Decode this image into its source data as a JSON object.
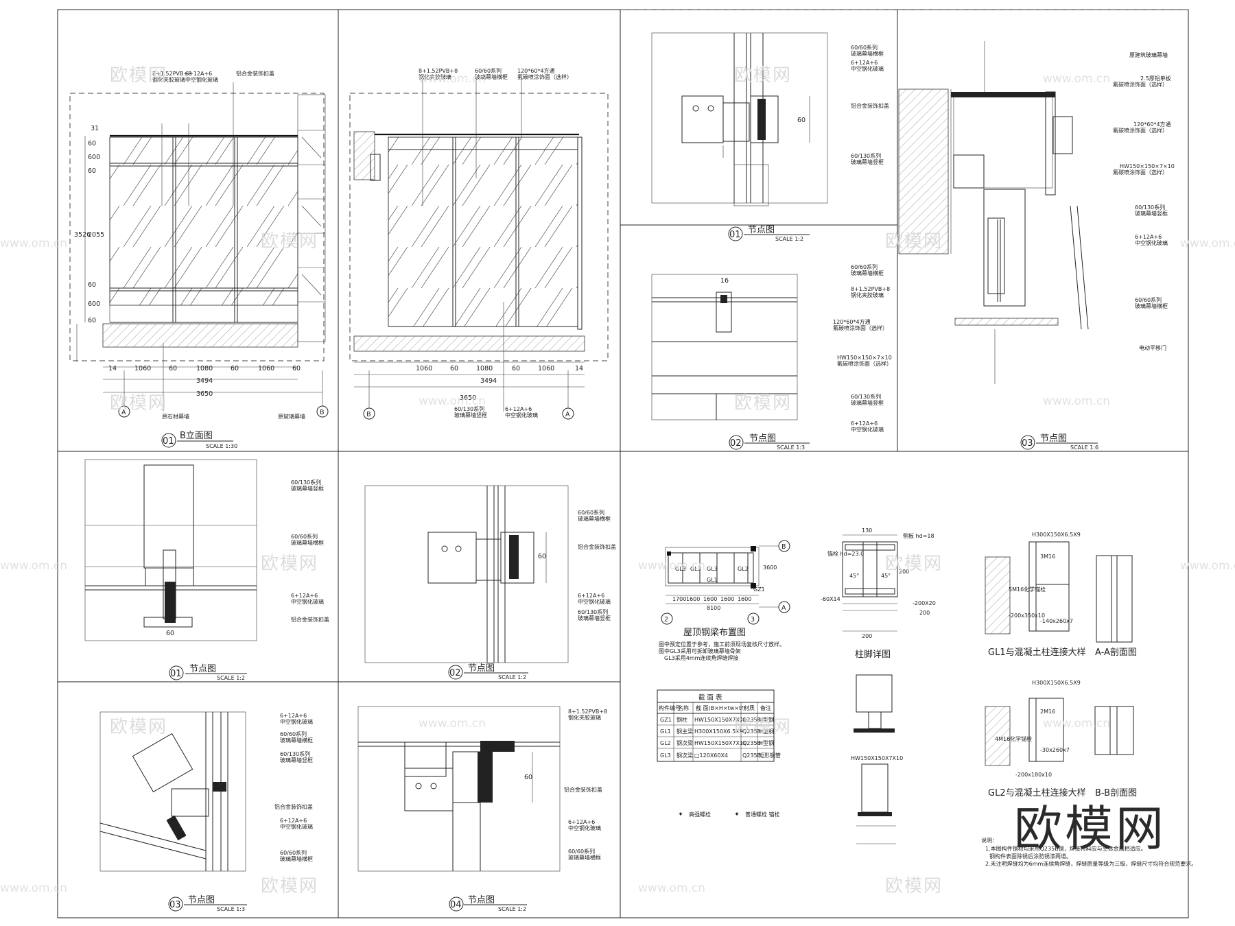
{
  "panels": [
    {
      "num": "01",
      "title": "B立面图",
      "scale": "SCALE   1:30"
    },
    {
      "num": "01",
      "title": "节点图",
      "scale": "SCALE   1:2"
    },
    {
      "num": "02",
      "title": "节点图",
      "scale": "SCALE   1:3"
    },
    {
      "num": "03",
      "title": "节点图",
      "scale": "SCALE   1:6"
    },
    {
      "num": "01",
      "title": "节点图",
      "scale": "SCALE   1:2"
    },
    {
      "num": "02",
      "title": "节点图",
      "scale": "SCALE   1:2"
    },
    {
      "num": "03",
      "title": "节点图",
      "scale": "SCALE   1:3"
    },
    {
      "num": "04",
      "title": "节点图",
      "scale": "SCALE   1:2"
    }
  ],
  "elev1": {
    "labels": [
      "8+1.52PVB+8",
      "钢化夹胶玻璃",
      "6+12A+6",
      "中空钢化玻璃",
      "铝合金装饰扣盖",
      "原石材幕墙",
      "原玻璃幕墙"
    ],
    "vdims": [
      "31",
      "60",
      "600",
      "60",
      "2055",
      "3526",
      "60",
      "600",
      "60"
    ],
    "hdims": [
      "14",
      "1060",
      "60",
      "1080",
      "60",
      "1060",
      "60",
      "3494",
      "3650"
    ],
    "axes": [
      "A",
      "B"
    ]
  },
  "elev2": {
    "labels": [
      "8+1.52PVB+8",
      "钢化夹胶玻璃",
      "60/60系列",
      "玻璃幕墙横框",
      "120*60*4方通",
      "氟碳喷涂饰面（选样）",
      "60/130系列",
      "玻璃幕墙竖框",
      "6+12A+6",
      "中空钢化玻璃"
    ],
    "hdims": [
      "1060",
      "60",
      "1080",
      "60",
      "1060",
      "14",
      "3494",
      "3650"
    ],
    "axes": [
      "B",
      "A"
    ]
  },
  "node_tr1": {
    "labels": [
      "60/60系列",
      "玻璃幕墙横框",
      "6+12A+6",
      "中空钢化玻璃",
      "铝合金装饰扣盖",
      "60/130系列",
      "玻璃幕墙竖框"
    ],
    "dim": "60"
  },
  "node_tr2": {
    "labels": [
      "60/60系列",
      "玻璃幕墙横框",
      "8+1.52PVB+8",
      "钢化夹胶玻璃",
      "120*60*4方通",
      "氟碳喷涂饰面（选样）",
      "HW150×150×7×10",
      "氟碳喷涂饰面（选样）",
      "60/130系列",
      "玻璃幕墙竖框",
      "6+12A+6",
      "中空钢化玻璃"
    ],
    "dim": "16"
  },
  "node_tr3": {
    "labels": [
      "原建筑玻璃幕墙",
      "2.5厚铝单板",
      "氟碳喷涂饰面（选样）",
      "120*60*4方通",
      "氟碳喷涂饰面（选样）",
      "HW150×150×7×10",
      "氟碳喷涂饰面（选样）",
      "60/130系列",
      "玻璃幕墙竖框",
      "6+12A+6",
      "中空钢化玻璃",
      "60/60系列",
      "玻璃幕墙横框",
      "电动平移门"
    ]
  },
  "node_ml1": {
    "labels": [
      "60/130系列",
      "玻璃幕墙竖框",
      "60/60系列",
      "玻璃幕墙横框",
      "6+12A+6",
      "中空钢化玻璃",
      "铝合金装饰扣盖"
    ],
    "dim": "60"
  },
  "node_ml2": {
    "labels": [
      "60/60系列",
      "玻璃幕墙横框",
      "铝合金装饰扣盖",
      "6+12A+6",
      "中空钢化玻璃",
      "60/130系列",
      "玻璃幕墙竖框"
    ],
    "dim": "60"
  },
  "node_bl3": {
    "labels": [
      "6+12A+6",
      "中空钢化玻璃",
      "60/60系列",
      "玻璃幕墙横框",
      "60/130系列",
      "玻璃幕墙竖框",
      "铝合金装饰扣盖",
      "6+12A+6",
      "中空钢化玻璃",
      "60/60系列",
      "玻璃幕墙横框"
    ]
  },
  "node_bl4": {
    "labels": [
      "8+1.52PVB+8",
      "钢化夹胶玻璃",
      "铝合金装饰扣盖",
      "6+12A+6",
      "中空钢化玻璃",
      "60/60系列",
      "玻璃幕墙横框"
    ],
    "dim": "60"
  },
  "steel": {
    "plan_title": "屋顶钢梁布置图",
    "plan_note1": "图中预定位置于参考，施工前须现场复核尺寸放样。",
    "plan_note2": "图中GL3采用可拆卸玻璃幕墙骨架",
    "plan_note3": "GL3采用4mm连续角焊缝焊接",
    "plan_dims": [
      "1700",
      "1600",
      "1600",
      "1600",
      "1600",
      "8100",
      "3600"
    ],
    "beam_tags": [
      "GL3",
      "GL3",
      "GL3",
      "GL1",
      "GL2",
      "GZ1"
    ],
    "axes": [
      "B",
      "A",
      "2",
      "3"
    ],
    "col_title": "柱脚详图",
    "col_dims": [
      "130",
      "200",
      "200",
      "200",
      "-60X14",
      "-200X20",
      "45°",
      "45°"
    ],
    "col_notes": [
      "侧板 hd=18",
      "锚栓 hd=23.0"
    ],
    "conn1_title": "GL1与混凝土柱连接大样",
    "conn1_tag": "H300X150X6.5X9",
    "conn1_sub": [
      "3M16",
      "5M16化学锚栓",
      "-140x260x7",
      "-200x350x10"
    ],
    "aa_title": "A-A剖面图",
    "conn2_title": "GL2与混凝土柱连接大样",
    "conn2_tag": "H300X150X6.5X9",
    "conn2_sub": [
      "2M16",
      "4M16化学锚栓",
      "-30x260x7",
      "-200x180x10"
    ],
    "bb_title": "B-B剖面图",
    "col2_tag": "HW150X150X7X10",
    "table_title": "截 面 表",
    "table_head": [
      "构件编号",
      "名称",
      "截 面(B×H×tw×tf)",
      "材质",
      "备注"
    ],
    "table_rows": [
      [
        "GZ1",
        "钢柱",
        "HW150X150X7X10",
        "Q235B",
        "H型钢"
      ],
      [
        "GL1",
        "钢主梁",
        "H300X150X6.5X9",
        "Q235B",
        "H型钢"
      ],
      [
        "GL2",
        "钢次梁",
        "HW150X150X7X10",
        "Q235B",
        "H型钢"
      ],
      [
        "GL3",
        "钢次梁",
        "□120X60X4",
        "Q235B",
        "矩形钢管"
      ]
    ],
    "legend": [
      "高强螺栓",
      "普通螺栓 锚栓"
    ],
    "notes_title": "说明：",
    "notes": [
      "1.本图构件钢材均采用Q235B钢，焊接材料应与主体金属相适应。",
      "钢构件表面除锈后涂防锈漆两道。",
      "2.未注明焊缝均为6mm连续角焊缝，焊缝质量等级为三级，焊缝尺寸均符合规范要求。"
    ]
  },
  "watermark": {
    "site": "www.om.cn",
    "cn": "欧模网",
    "brand": "欧模网"
  }
}
